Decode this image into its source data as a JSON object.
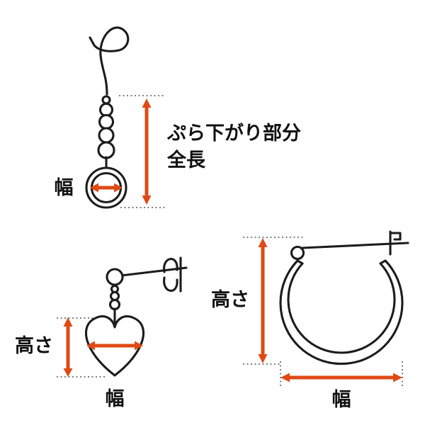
{
  "colors": {
    "arrow": "#df4a14",
    "outline": "#1c1c1c",
    "guide": "#555555",
    "background": "#ffffff"
  },
  "hook_earring": {
    "width_label": "幅",
    "length_label_line1": "ぷら下がり部分",
    "length_label_line2": "全長"
  },
  "stud_earring": {
    "height_label": "高さ",
    "width_label": "幅"
  },
  "hoop_earring": {
    "height_label": "高さ",
    "width_label": "幅"
  }
}
